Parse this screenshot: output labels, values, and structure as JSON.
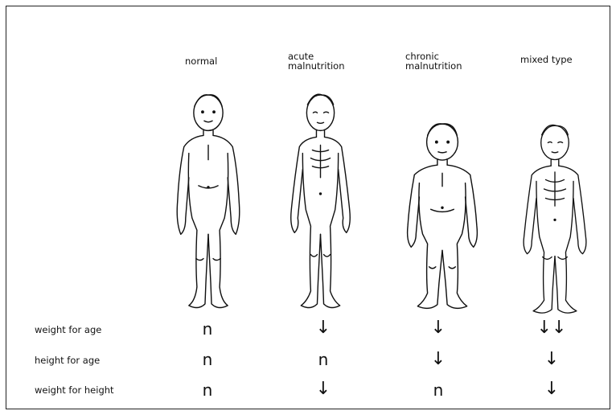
{
  "columns": [
    {
      "label_line1": "normal",
      "label_line2": ""
    },
    {
      "label_line1": "acute",
      "label_line2": "malnutrition"
    },
    {
      "label_line1": "chronic",
      "label_line2": "malnutrition"
    },
    {
      "label_line1": "mixed type",
      "label_line2": ""
    }
  ],
  "rows": [
    {
      "label": "weight for age",
      "values": [
        "n",
        "↓",
        "↓",
        "↓↓"
      ]
    },
    {
      "label": "height for age",
      "values": [
        "n",
        "n",
        "↓",
        "↓"
      ]
    },
    {
      "label": "weight for height",
      "values": [
        "n",
        "↓",
        "n",
        "↓"
      ]
    }
  ],
  "figures": [
    "normal-child-figure",
    "acute-malnutrition-child-figure",
    "chronic-malnutrition-child-figure",
    "mixed-type-child-figure"
  ]
}
